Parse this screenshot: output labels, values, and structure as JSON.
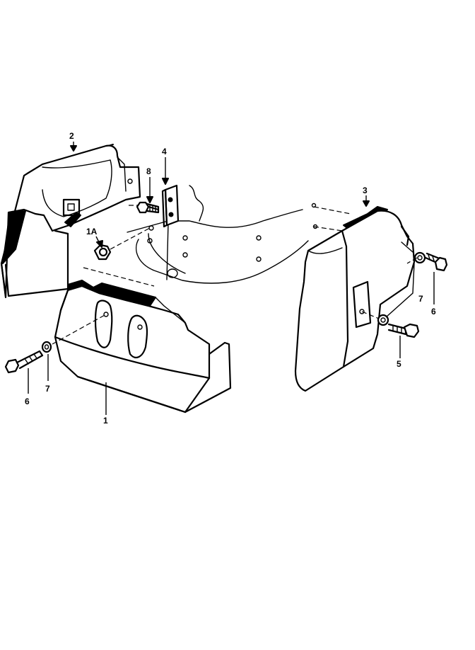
{
  "callouts": {
    "c1": "1",
    "c1a": "1A",
    "c2": "2",
    "c3": "3",
    "c4": "4",
    "c5": "5",
    "c6_left": "6",
    "c6_right": "6",
    "c7_left": "7",
    "c7_right": "7",
    "c8": "8"
  },
  "colors": {
    "ink": "#000000",
    "paper": "#ffffff"
  }
}
